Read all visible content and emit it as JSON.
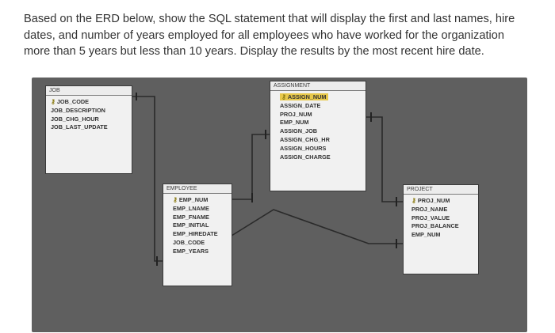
{
  "question": {
    "lines": [
      "Based on the ERD below, show the SQL statement that will display the first and last names, hire",
      "dates, and number of years employed for all employees who have worked for the organization",
      "more than 5 years but less than 10 years. Display the results by the most recent hire date."
    ]
  },
  "erd": {
    "job": {
      "title": "JOB",
      "pk": "JOB_CODE",
      "attrs": [
        "JOB_DESCRIPTION",
        "JOB_CHG_HOUR",
        "JOB_LAST_UPDATE"
      ]
    },
    "assignment": {
      "title": "ASSIGNMENT",
      "pk": "ASSIGN_NUM",
      "attrs": [
        "ASSIGN_DATE",
        "PROJ_NUM",
        "EMP_NUM",
        "ASSIGN_JOB",
        "ASSIGN_CHG_HR",
        "ASSIGN_HOURS",
        "ASSIGN_CHARGE"
      ]
    },
    "employee": {
      "title": "EMPLOYEE",
      "pk": "EMP_NUM",
      "attrs": [
        "EMP_LNAME",
        "EMP_FNAME",
        "EMP_INITIAL",
        "EMP_HIREDATE",
        "JOB_CODE",
        "EMP_YEARS"
      ]
    },
    "project": {
      "title": "PROJECT",
      "pk": "PROJ_NUM",
      "attrs": [
        "PROJ_NAME",
        "PROJ_VALUE",
        "PROJ_BALANCE",
        "EMP_NUM"
      ]
    }
  }
}
